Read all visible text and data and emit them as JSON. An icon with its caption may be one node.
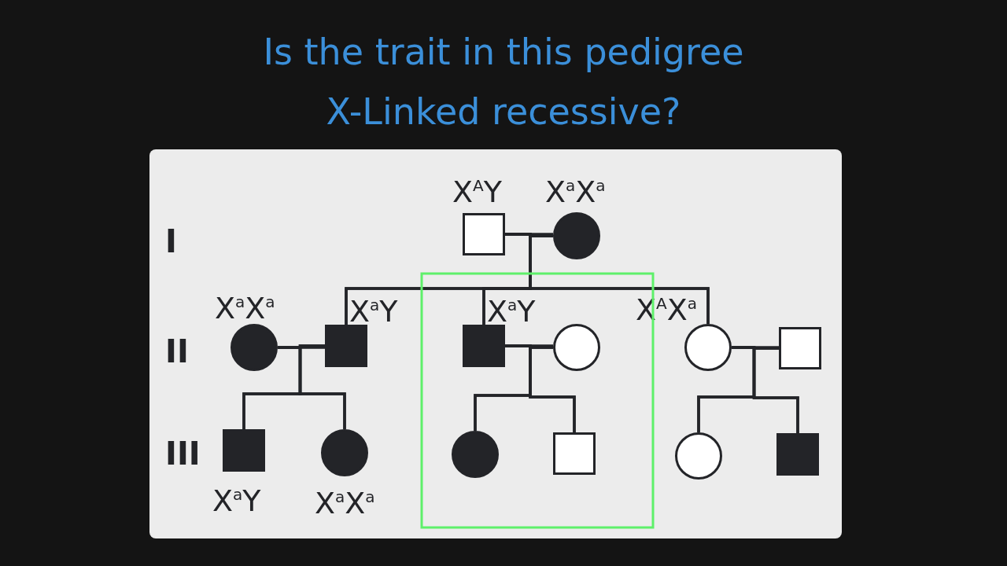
{
  "diagram": {
    "title": "Is the trait in this pedigree X-Linked recessive?",
    "nodes": [
      {
        "text": [],
        "shape": "box",
        "beside": [
          "X$^{A}$Y"
        ]
      },
      {
        "text": [],
        "shape": "circle",
        "beside": [
          "X$^{a}$X$^{a}$"
        ]
      },
      {
        "text": [],
        "shape": "circle",
        "beside": [
          "X$^{a}$X$^{a}$"
        ]
      },
      {
        "text": [],
        "shape": "box",
        "beside": [
          "X$^{a}$Y"
        ]
      },
      {
        "text": [],
        "shape": "box",
        "beside": [
          "X$^{a}$Y"
        ]
      },
      {
        "text": [],
        "shape": "circle"
      },
      {
        "text": [],
        "shape": "circle",
        "beside": [
          "X$^{A}$X$^{a}$"
        ]
      },
      {
        "text": [],
        "shape": "box"
      },
      {
        "text": [],
        "shape": "box",
        "beside": [
          "X$^{a}$Y"
        ]
      },
      {
        "text": [],
        "shape": "circle",
        "beside": [
          "X$^{a}$X$^{a}$"
        ]
      },
      {
        "text": [],
        "shape": "circle"
      },
      {
        "text": [],
        "shape": "box"
      },
      {
        "text": [],
        "shape": "circle"
      },
      {
        "text": [],
        "shape": "box"
      }
    ],
    "edges": [
      {
        "from": 0,
        "to": 1,
        "arrow": "none"
      },
      {
        "from": 0,
        "to": 3,
        "arrow": "none"
      },
      {
        "from": 1,
        "to": 3,
        "arrow": "none"
      },
      {
        "from": 0,
        "to": 4,
        "arrow": "none"
      },
      {
        "from": 1,
        "to": 4,
        "arrow": "none"
      },
      {
        "from": 0,
        "to": 6,
        "arrow": "none"
      },
      {
        "from": 1,
        "to": 6,
        "arrow": "none"
      },
      {
        "from": 2,
        "to": 3,
        "arrow": "none"
      },
      {
        "from": 2,
        "to": 8,
        "arrow": "none"
      },
      {
        "from": 3,
        "to": 8,
        "arrow": "none"
      },
      {
        "from": 2,
        "to": 9,
        "arrow": "none"
      },
      {
        "from": 3,
        "to": 9,
        "arrow": "none"
      },
      {
        "from": 4,
        "to": 5,
        "arrow": "none"
      },
      {
        "from": 4,
        "to": 10,
        "arrow": "none"
      },
      {
        "from": 5,
        "to": 10,
        "arrow": "none"
      },
      {
        "from": 4,
        "to": 11,
        "arrow": "none"
      },
      {
        "from": 5,
        "to": 11,
        "arrow": "none"
      },
      {
        "from": 6,
        "to": 7,
        "arrow": "none"
      },
      {
        "from": 6,
        "to": 12,
        "arrow": "none"
      },
      {
        "from": 7,
        "to": 12,
        "arrow": "none"
      },
      {
        "from": 6,
        "to": 13,
        "arrow": "none"
      },
      {
        "from": 7,
        "to": 13,
        "arrow": "none"
      }
    ],
    "labels": [
      "I",
      "II",
      "III"
    ]
  }
}
